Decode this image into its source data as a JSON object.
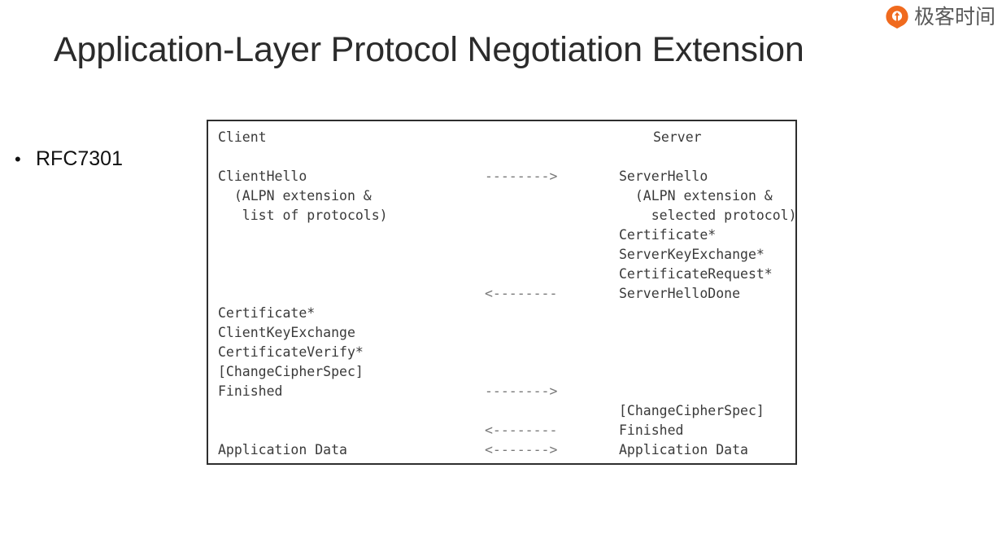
{
  "brand": {
    "logo_icon": "geektime-drop-icon",
    "name": "极客时间",
    "accent_color": "#F06A1E",
    "text_color": "#595959"
  },
  "slide": {
    "title": "Application-Layer Protocol Negotiation Extension",
    "title_color": "#2b2b2b",
    "background": "#ffffff"
  },
  "bullets": [
    {
      "glyph": "•",
      "label": "RFC7301"
    }
  ],
  "diagram": {
    "border_color": "#2e2e2e",
    "text_color": "#3a3a3a",
    "arrow_color": "#787878",
    "header_client": "Client",
    "header_server": "Server",
    "client_lines": [
      "",
      "ClientHello",
      "  (ALPN extension &",
      "   list of protocols)",
      "",
      "",
      "",
      "",
      "Certificate*",
      "ClientKeyExchange",
      "CertificateVerify*",
      "[ChangeCipherSpec]",
      "Finished",
      "",
      "",
      "Application Data"
    ],
    "arrow_lines": [
      "",
      "-------->",
      "",
      "",
      "",
      "",
      "",
      "<--------",
      "",
      "",
      "",
      "",
      "-------->",
      "",
      "<--------",
      "<------->"
    ],
    "server_lines": [
      "",
      "ServerHello",
      "  (ALPN extension &",
      "    selected protocol)",
      "Certificate*",
      "ServerKeyExchange*",
      "CertificateRequest*",
      "ServerHelloDone",
      "",
      "",
      "",
      "",
      "",
      "[ChangeCipherSpec]",
      "Finished",
      "Application Data"
    ]
  }
}
